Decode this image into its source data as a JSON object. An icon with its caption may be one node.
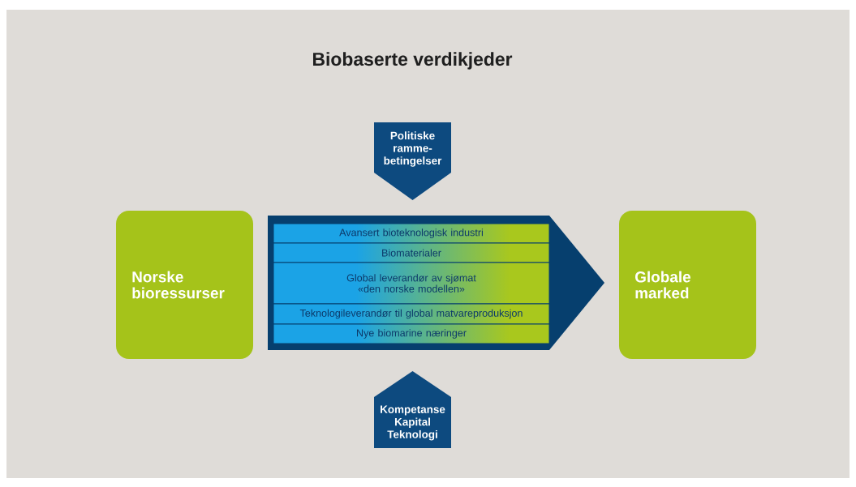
{
  "diagram": {
    "title": "Biobaserte verdikjeder",
    "nodes": [
      {
        "text": [
          "Politiske ramme- betingelser"
        ]
      },
      {
        "text": [
          "Norske bioressurser"
        ]
      },
      {
        "text": [],
        "shape": "arrow"
      },
      {
        "text": [
          "Avansert bioteknologisk industri"
        ],
        "in": 2
      },
      {
        "text": [
          "Biomaterialer"
        ],
        "in": 2
      },
      {
        "text": [
          "Global leverandør av sjømat «den norske modellen»"
        ],
        "in": 2
      },
      {
        "text": [
          "Teknologileverandør til global matvareproduksjon"
        ],
        "in": 2
      },
      {
        "text": [
          "Nye biomarine næringer"
        ],
        "in": 2
      },
      {
        "text": [
          "Globale marked"
        ]
      },
      {
        "text": [
          "Kompetanse Kapital Teknologi"
        ]
      }
    ]
  }
}
